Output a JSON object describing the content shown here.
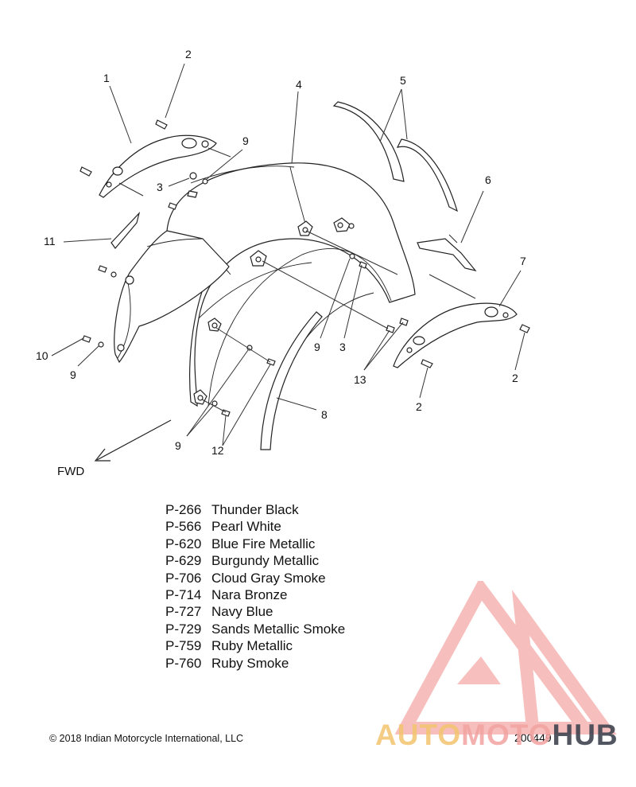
{
  "callouts": {
    "c1": "1",
    "c2a": "2",
    "c2b": "2",
    "c2c": "2",
    "c3a": "3",
    "c3b": "3",
    "c4": "4",
    "c5": "5",
    "c6": "6",
    "c7": "7",
    "c8": "8",
    "c9a": "9",
    "c9b": "9",
    "c9c": "9",
    "c9d": "9",
    "c10": "10",
    "c11": "11",
    "c12": "12",
    "c13": "13"
  },
  "direction_label": "FWD",
  "paint_options": [
    {
      "code": "P-266",
      "name": "Thunder Black"
    },
    {
      "code": "P-566",
      "name": "Pearl White"
    },
    {
      "code": "P-620",
      "name": "Blue Fire Metallic"
    },
    {
      "code": "P-629",
      "name": "Burgundy Metallic"
    },
    {
      "code": "P-706",
      "name": "Cloud Gray Smoke"
    },
    {
      "code": "P-714",
      "name": "Nara Bronze"
    },
    {
      "code": "P-727",
      "name": "Navy Blue"
    },
    {
      "code": "P-729",
      "name": "Sands Metallic Smoke"
    },
    {
      "code": "P-759",
      "name": "Ruby Metallic"
    },
    {
      "code": "P-760",
      "name": "Ruby Smoke"
    }
  ],
  "copyright": "© 2018 Indian Motorcycle International, LLC",
  "drawing_number": "200449",
  "watermark": {
    "part1": "AUTO",
    "part2": "MOTO",
    "part3": "HUB",
    "colors": {
      "auto": "#f3c46e",
      "moto": "#f2a3a1",
      "hub": "#3f4450",
      "logo": "#f08a86"
    }
  }
}
